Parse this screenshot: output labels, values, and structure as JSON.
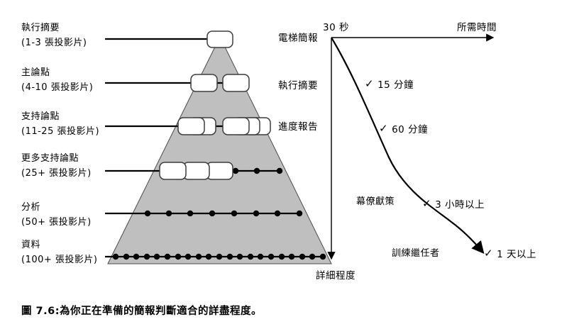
{
  "figure": {
    "caption": "圖 7.6:為你正在準備的簡報判斷適合的詳盡程度。"
  },
  "pyramid": {
    "levels": [
      {
        "title": "執行摘要",
        "subtitle": "(1-3 張投影片)"
      },
      {
        "title": "主論點",
        "subtitle": "(4-10 張投影片)"
      },
      {
        "title": "支持論點",
        "subtitle": "(11-25 張投影片)"
      },
      {
        "title": "更多支持論點",
        "subtitle": "(25+ 張投影片)"
      },
      {
        "title": "分析",
        "subtitle": "(50+ 張投影片)"
      },
      {
        "title": "資料",
        "subtitle": "(100+ 張投影片)"
      }
    ]
  },
  "audience_labels": [
    "電梯簡報",
    "執行摘要",
    "進度報告",
    "幕僚獻策",
    "訓練繼任者"
  ],
  "chart": {
    "origin_label": "30 秒",
    "x_axis_label": "所需時間",
    "y_axis_label": "詳細程度",
    "durations": [
      {
        "label": "15 分鐘"
      },
      {
        "label": "60 分鐘"
      },
      {
        "label": "3 小時以上"
      },
      {
        "label": "1 天以上"
      }
    ]
  },
  "icons": {
    "checkmark": "✓"
  },
  "colors": {
    "pyramid_fill": "#bfbfbf",
    "pyramid_stroke": "#4a4a4a",
    "ink": "#000000"
  }
}
